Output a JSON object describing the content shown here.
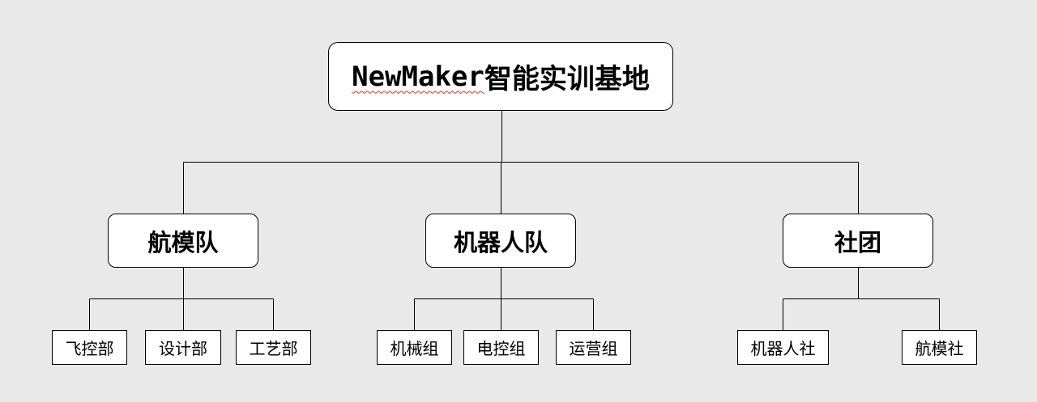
{
  "root": {
    "brand": "NewMaker",
    "suffix": "智能实训基地"
  },
  "groups": [
    {
      "label": "航模队",
      "children": [
        "飞控部",
        "设计部",
        "工艺部"
      ]
    },
    {
      "label": "机器人队",
      "children": [
        "机械组",
        "电控组",
        "运营组"
      ]
    },
    {
      "label": "社团",
      "children": [
        "机器人社",
        "航模社"
      ]
    }
  ],
  "colors": {
    "background": "#e9e9e9",
    "box": "#ffffff",
    "line": "#000000",
    "spell_underline": "#d03030"
  }
}
